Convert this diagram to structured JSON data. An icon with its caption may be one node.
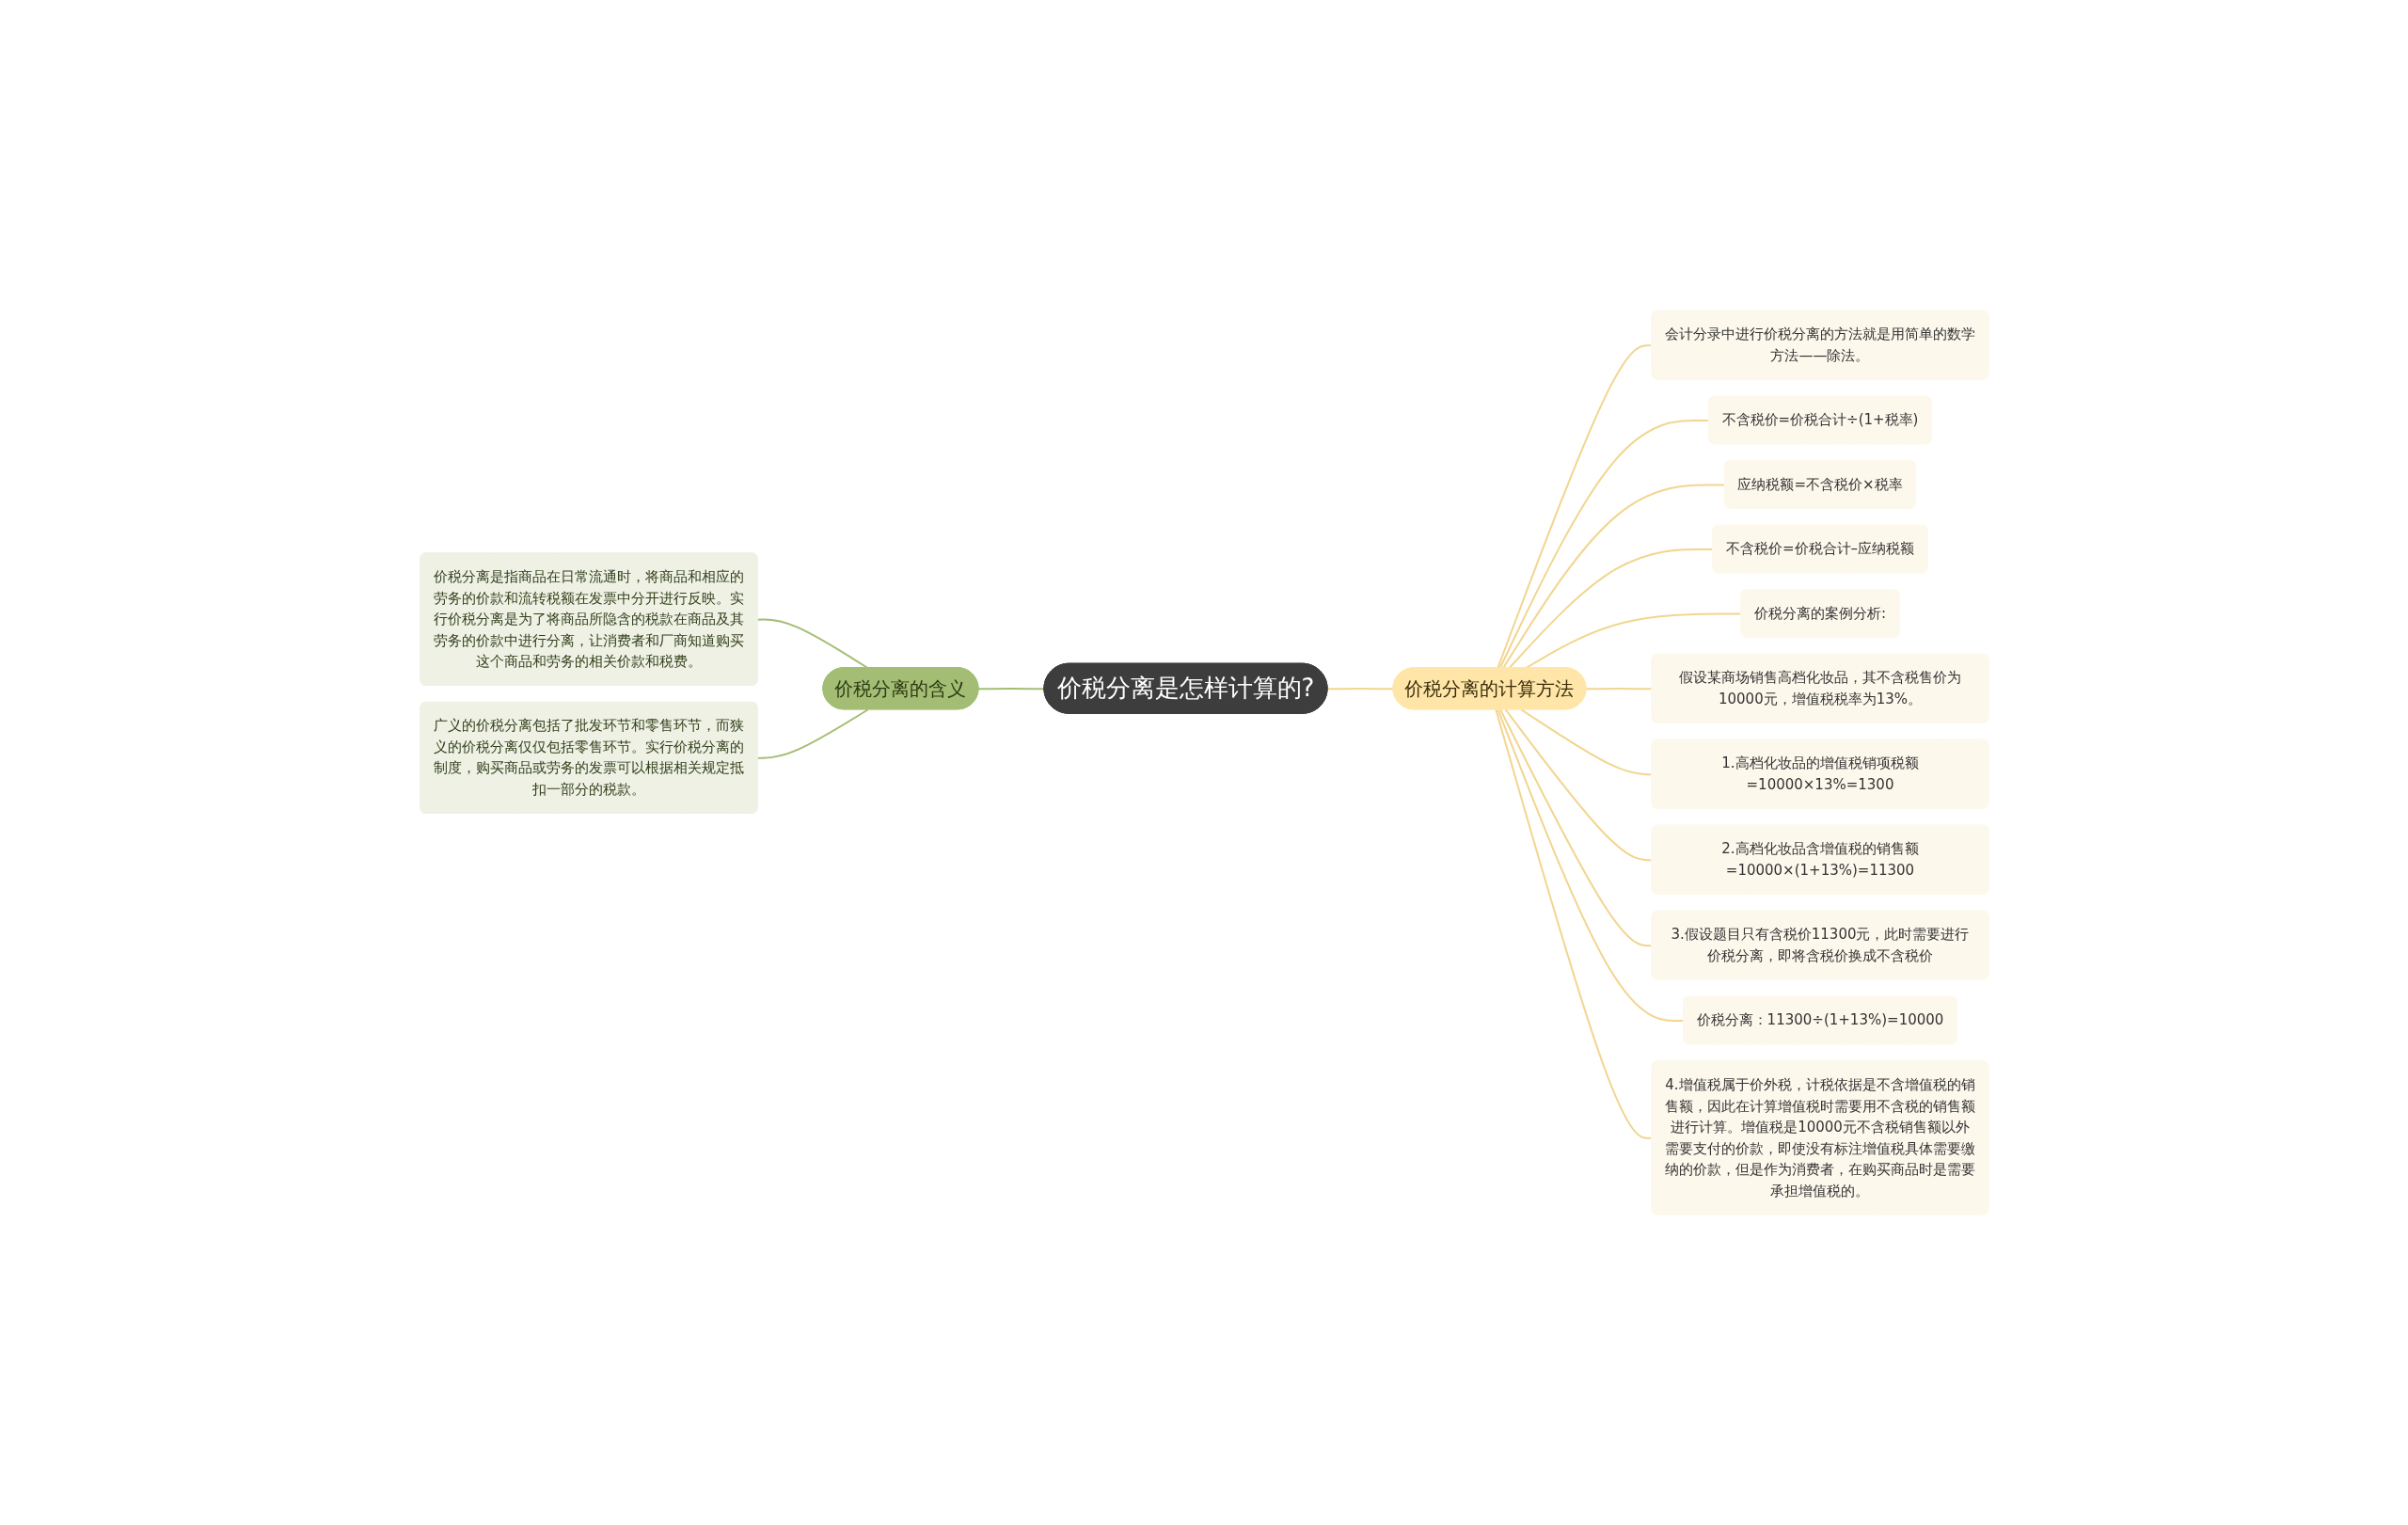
{
  "diagram": {
    "nodes": [
      {
        "text": [
          "价税分离是怎样计算的?"
        ]
      },
      {
        "text": [
          "价税分离的含义"
        ]
      },
      {
        "text": [
          "价税分离是指商品在日常流通时，将商品和相应的劳务的价款和流转税额在发票中分开进行反映。实行价税分离是为了将商品所隐含的税款在商品及其劳务的价款中进行分离，让消费者和厂商知道购买这个商品和劳务的相关价款和税费。"
        ]
      },
      {
        "text": [
          "广义的价税分离包括了批发环节和零售环节，而狭义的价税分离仅仅包括零售环节。实行价税分离的制度，购买商品或劳务的发票可以根据相关规定抵扣一部分的税款。"
        ]
      },
      {
        "text": [
          "价税分离的计算方法"
        ]
      },
      {
        "text": [
          "会计分录中进行价税分离的方法就是用简单的数学方法——除法。"
        ]
      },
      {
        "text": [
          "不含税价=价税合计÷(1+税率)"
        ]
      },
      {
        "text": [
          "应纳税额=不含税价×税率"
        ]
      },
      {
        "text": [
          "不含税价=价税合计–应纳税额"
        ]
      },
      {
        "text": [
          "价税分离的案例分析:"
        ]
      },
      {
        "text": [
          "假设某商场销售高档化妆品，其不含税售价为10000元，增值税税率为13%。"
        ]
      },
      {
        "text": [
          "1.高档化妆品的增值税销项税额=10000×13%=1300"
        ]
      },
      {
        "text": [
          "2.高档化妆品含增值税的销售额=10000×(1+13%)=11300"
        ]
      },
      {
        "text": [
          "3.假设题目只有含税价11300元，此时需要进行价税分离，即将含税价换成不含税价"
        ]
      },
      {
        "text": [
          "价税分离：11300÷(1+13%)=10000"
        ]
      },
      {
        "text": [
          "4.增值税属于价外税，计税依据是不含增值税的销售额，因此在计算增值税时需要用不含税的销售额进行计算。增值税是10000元不含税销售额以外需要支付的价款，即使没有标注增值税具体需要缴纳的价款，但是作为消费者，在购买商品时是需要承担增值税的。"
        ]
      }
    ],
    "edges": [
      {
        "from": 2,
        "to": 1,
        "arrow": "none",
        "color": "#a3bd74"
      },
      {
        "from": 3,
        "to": 1,
        "arrow": "none",
        "color": "#a3bd74"
      },
      {
        "from": 1,
        "to": 0,
        "arrow": "none",
        "color": "#a3bd74"
      },
      {
        "from": 0,
        "to": 4,
        "arrow": "none"
      },
      {
        "from": 4,
        "to": 5,
        "arrow": "none"
      },
      {
        "from": 4,
        "to": 6,
        "arrow": "none"
      },
      {
        "from": 4,
        "to": 7,
        "arrow": "none"
      },
      {
        "from": 4,
        "to": 8,
        "arrow": "none"
      },
      {
        "from": 4,
        "to": 9,
        "arrow": "none"
      },
      {
        "from": 4,
        "to": 10,
        "arrow": "none"
      },
      {
        "from": 4,
        "to": 11,
        "arrow": "none"
      },
      {
        "from": 4,
        "to": 12,
        "arrow": "none"
      },
      {
        "from": 4,
        "to": 13,
        "arrow": "none"
      },
      {
        "from": 4,
        "to": 14,
        "arrow": "none"
      },
      {
        "from": 4,
        "to": 15,
        "arrow": "none"
      }
    ]
  }
}
